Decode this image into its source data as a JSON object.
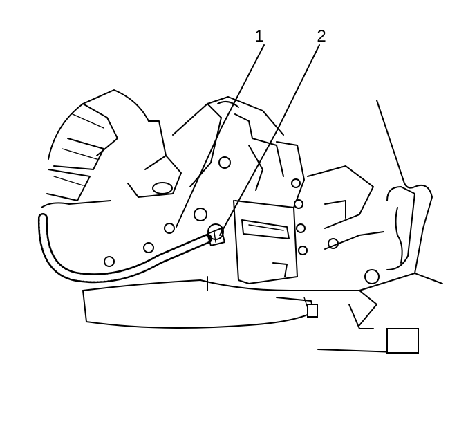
{
  "callouts": [
    {
      "id": "1",
      "label": "1"
    },
    {
      "id": "2",
      "label": "2"
    }
  ],
  "colors": {
    "ink": "#000000",
    "background": "#ffffff"
  }
}
